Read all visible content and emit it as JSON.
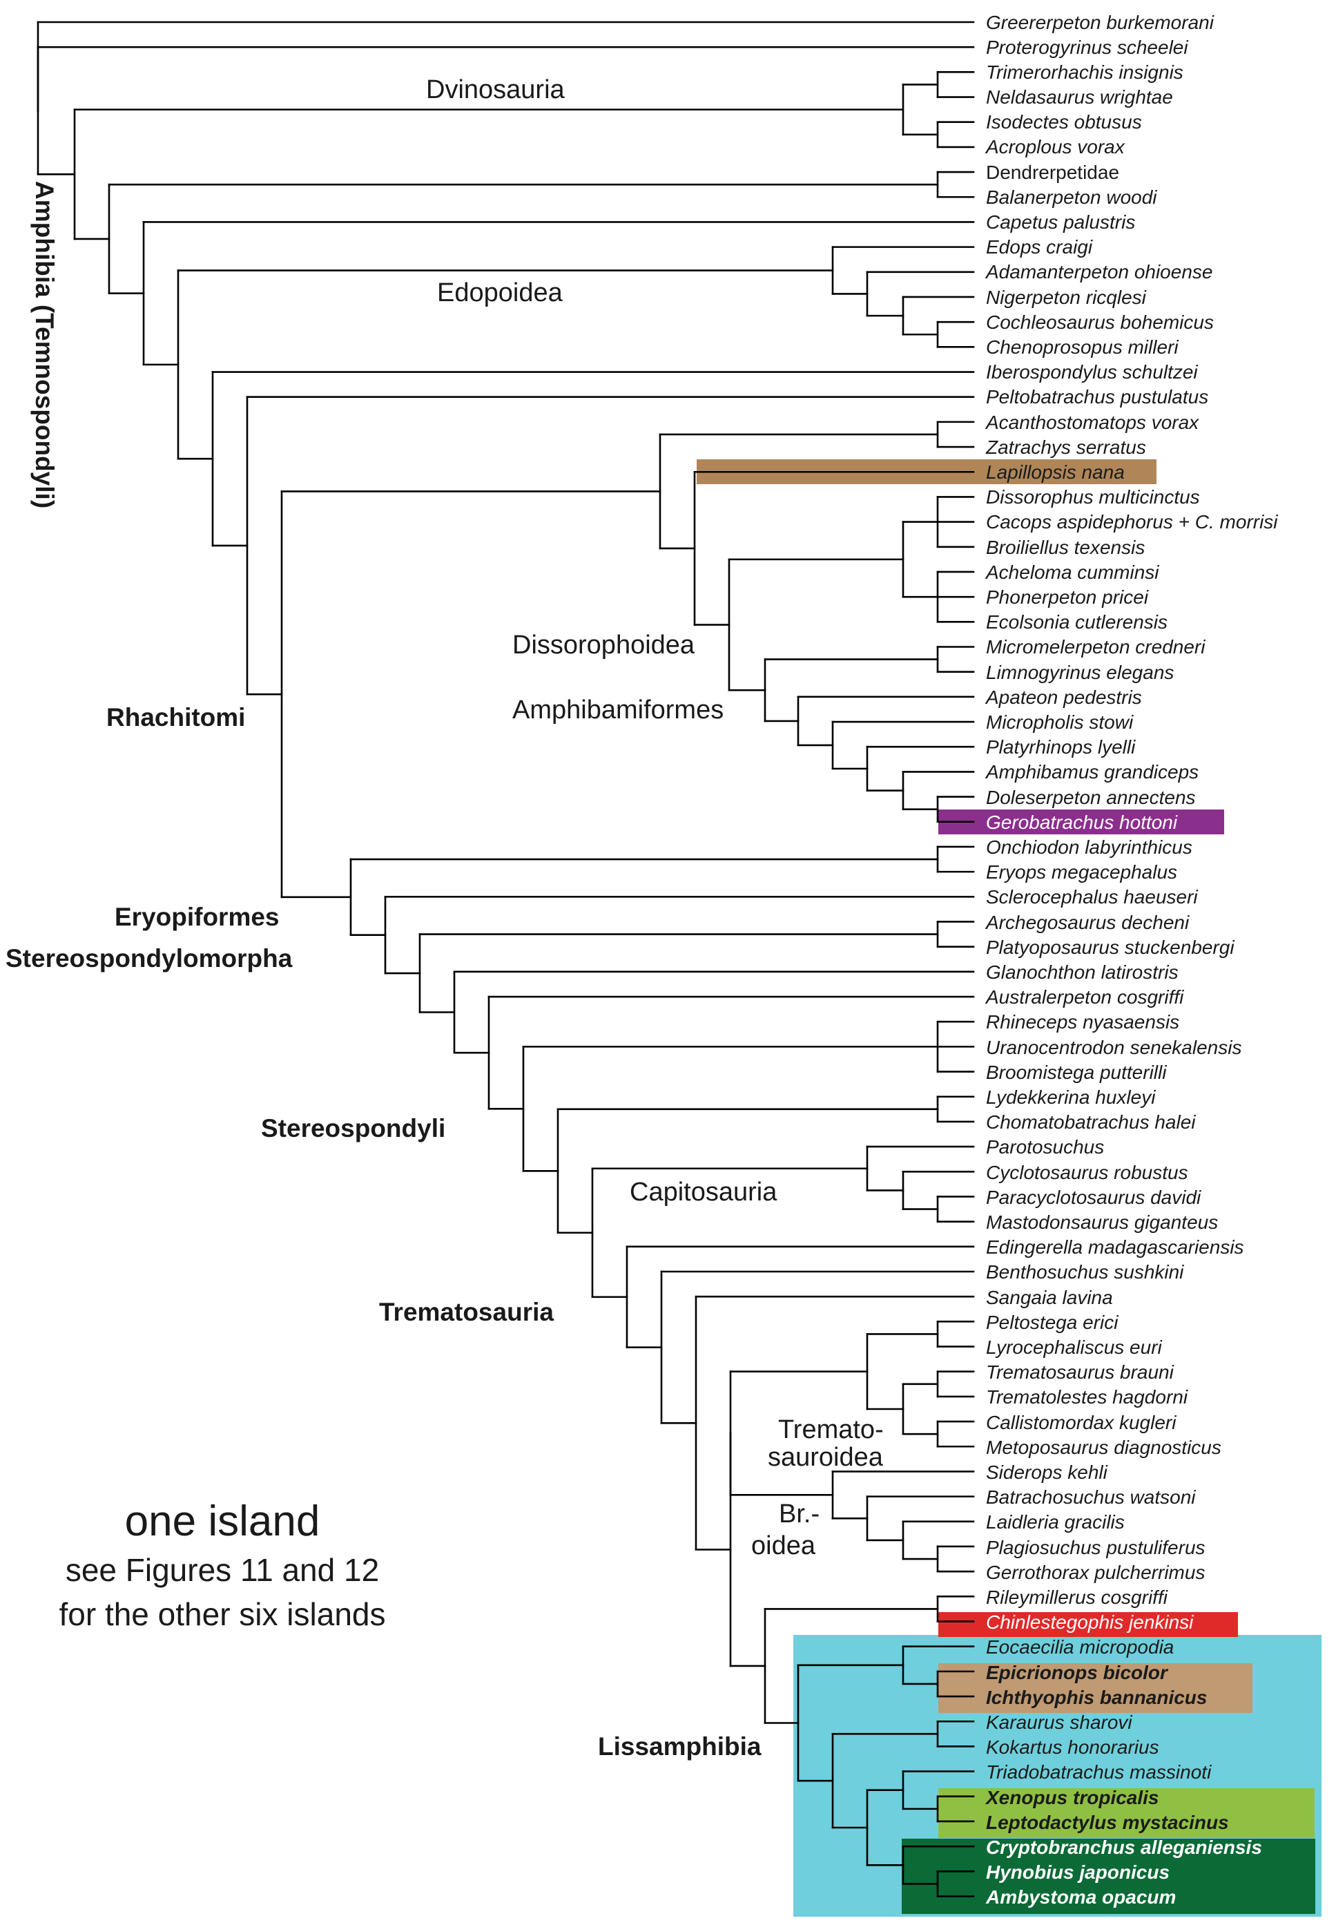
{
  "taxa": [
    "Greererpeton burkemorani",
    "Proterogyrinus scheelei",
    "Trimerorhachis insignis",
    "Neldasaurus wrightae",
    "Isodectes obtusus",
    "Acroplous vorax",
    "Dendrerpetidae",
    "Balanerpeton woodi",
    "Capetus palustris",
    "Edops craigi",
    "Adamanterpeton ohioense",
    "Nigerpeton ricqlesi",
    "Cochleosaurus bohemicus",
    "Chenoprosopus milleri",
    "Iberospondylus schultzei",
    "Peltobatrachus pustulatus",
    "Acanthostomatops vorax",
    "Zatrachys serratus",
    "Lapillopsis nana",
    "Dissorophus multicinctus",
    "Cacops aspidephorus + C. morrisi",
    "Broiliellus texensis",
    "Acheloma cumminsi",
    "Phonerpeton pricei",
    "Ecolsonia cutlerensis",
    "Micromelerpeton credneri",
    "Limnogyrinus elegans",
    "Apateon pedestris",
    "Micropholis stowi",
    "Platyrhinops lyelli",
    "Amphibamus grandiceps",
    "Doleserpeton annectens",
    "Gerobatrachus hottoni",
    "Onchiodon labyrinthicus",
    "Eryops megacephalus",
    "Sclerocephalus haeuseri",
    "Archegosaurus decheni",
    "Platyoposaurus stuckenbergi",
    "Glanochthon latirostris",
    "Australerpeton cosgriffi",
    "Rhineceps nyasaensis",
    "Uranocentrodon senekalensis",
    "Broomistega putterilli",
    "Lydekkerina huxleyi",
    "Chomatobatrachus halei",
    "Parotosuchus",
    "Cyclotosaurus robustus",
    "Paracyclotosaurus davidi",
    "Mastodonsaurus giganteus",
    "Edingerella madagascariensis",
    "Benthosuchus sushkini",
    "Sangaia lavina",
    "Peltostega erici",
    "Lyrocephaliscus euri",
    "Trematosaurus brauni",
    "Trematolestes hagdorni",
    "Callistomordax kugleri",
    "Metoposaurus diagnosticus",
    "Siderops kehli",
    "Batrachosuchus watsoni",
    "Laidleria gracilis",
    "Plagiosuchus pustuliferus",
    "Gerrothorax pulcherrimus",
    "Rileymillerus cosgriffi",
    "Chinlestegophis jenkinsi",
    "Eocaecilia micropodia",
    "Epicrionops bicolor",
    "Ichthyophis bannanicus",
    "Karaurus sharovi",
    "Kokartus honorarius",
    "Triadobatrachus massinoti",
    "Xenopus tropicalis",
    "Leptodactylus mystacinus",
    "Cryptobranchus alleganiensis",
    "Hynobius japonicus",
    "Ambystoma opacum"
  ],
  "clades": {
    "amphibia": "Amphibia (Temnospondyli)",
    "dvinosauria": "Dvinosauria",
    "edopoidea": "Edopoidea",
    "rhachitomi": "Rhachitomi",
    "dissorophoidea": "Dissorophoidea",
    "amphibamiformes": "Amphibamiformes",
    "eryopiformes": "Eryopiformes",
    "stereospondylomorpha": "Stereospondylomorpha",
    "stereospondyli": "Stereospondyli",
    "capitosauria": "Capitosauria",
    "trematosauria": "Trematosauria",
    "trematosauroidea_1": "Tremato-",
    "trematosauroidea_2": "sauroidea",
    "brachyopoidea_1": "Br.-",
    "brachyopoidea_2": "oidea",
    "lissamphibia": "Lissamphibia"
  },
  "note": {
    "line1": "one island",
    "line2": "see Figures 11 and 12",
    "line3": "for the other six islands"
  },
  "colors": {
    "lissamphibia_box": "#6fcfdc",
    "tan": "#bf9a73",
    "lapillopsis": "#b08658",
    "gerobatrachus": "#8b2f8c",
    "chinlestegophis": "#e02a2a",
    "anura": "#8fc044",
    "caudata": "#0b6a36"
  },
  "highlights": [
    {
      "taxon": "Lapillopsis nana",
      "color": "lapillopsis"
    },
    {
      "taxon": "Gerobatrachus hottoni",
      "color": "gerobatrachus"
    },
    {
      "taxon": "Chinlestegophis jenkinsi",
      "color": "chinlestegophis"
    },
    {
      "taxon": "Epicrionops bicolor",
      "color": "tan"
    },
    {
      "taxon": "Xenopus tropicalis",
      "color": "anura"
    },
    {
      "taxon": "Cryptobranchus alleganiensis",
      "color": "caudata"
    }
  ]
}
